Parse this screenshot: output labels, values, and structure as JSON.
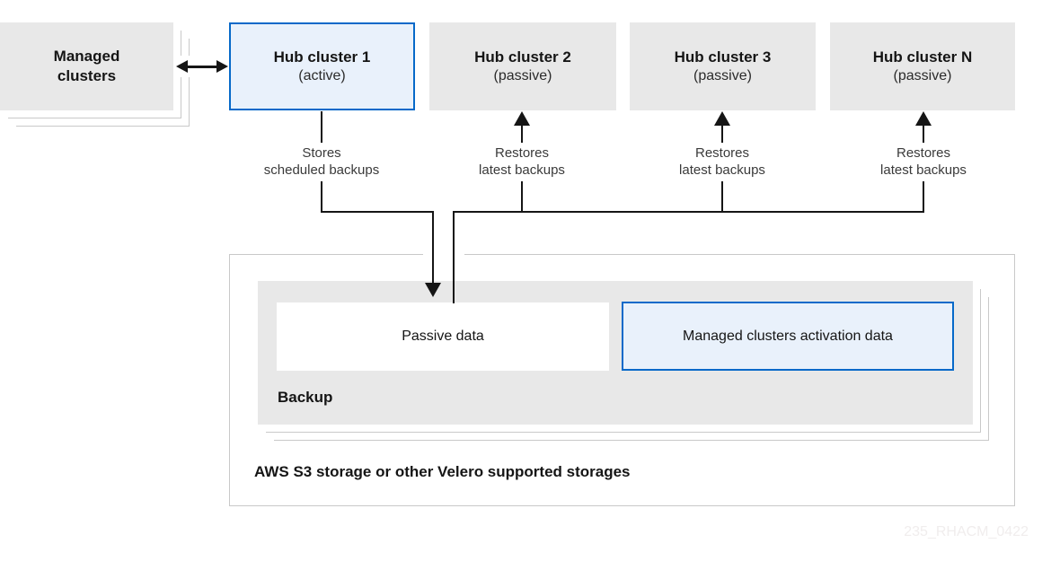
{
  "managed_clusters": {
    "label": "Managed\nclusters"
  },
  "hub_clusters": [
    {
      "name": "Hub cluster 1",
      "state": "(active)",
      "flow_line1": "Stores",
      "flow_line2": "scheduled backups"
    },
    {
      "name": "Hub cluster 2",
      "state": "(passive)",
      "flow_line1": "Restores",
      "flow_line2": "latest backups"
    },
    {
      "name": "Hub cluster 3",
      "state": "(passive)",
      "flow_line1": "Restores",
      "flow_line2": "latest backups"
    },
    {
      "name": "Hub cluster N",
      "state": "(passive)",
      "flow_line1": "Restores",
      "flow_line2": "latest backups"
    }
  ],
  "storage": {
    "backup_label": "Backup",
    "passive_data_label": "Passive data",
    "activation_data_label": "Managed clusters activation data",
    "title": "AWS S3 storage or other Velero supported storages"
  },
  "watermark": "235_RHACM_0422",
  "colors": {
    "accent_blue": "#0669c9",
    "light_blue": "#e9f1fb",
    "box_gray": "#e8e8e8",
    "line_black": "#151515",
    "stack_gray": "#c9c9c9"
  }
}
